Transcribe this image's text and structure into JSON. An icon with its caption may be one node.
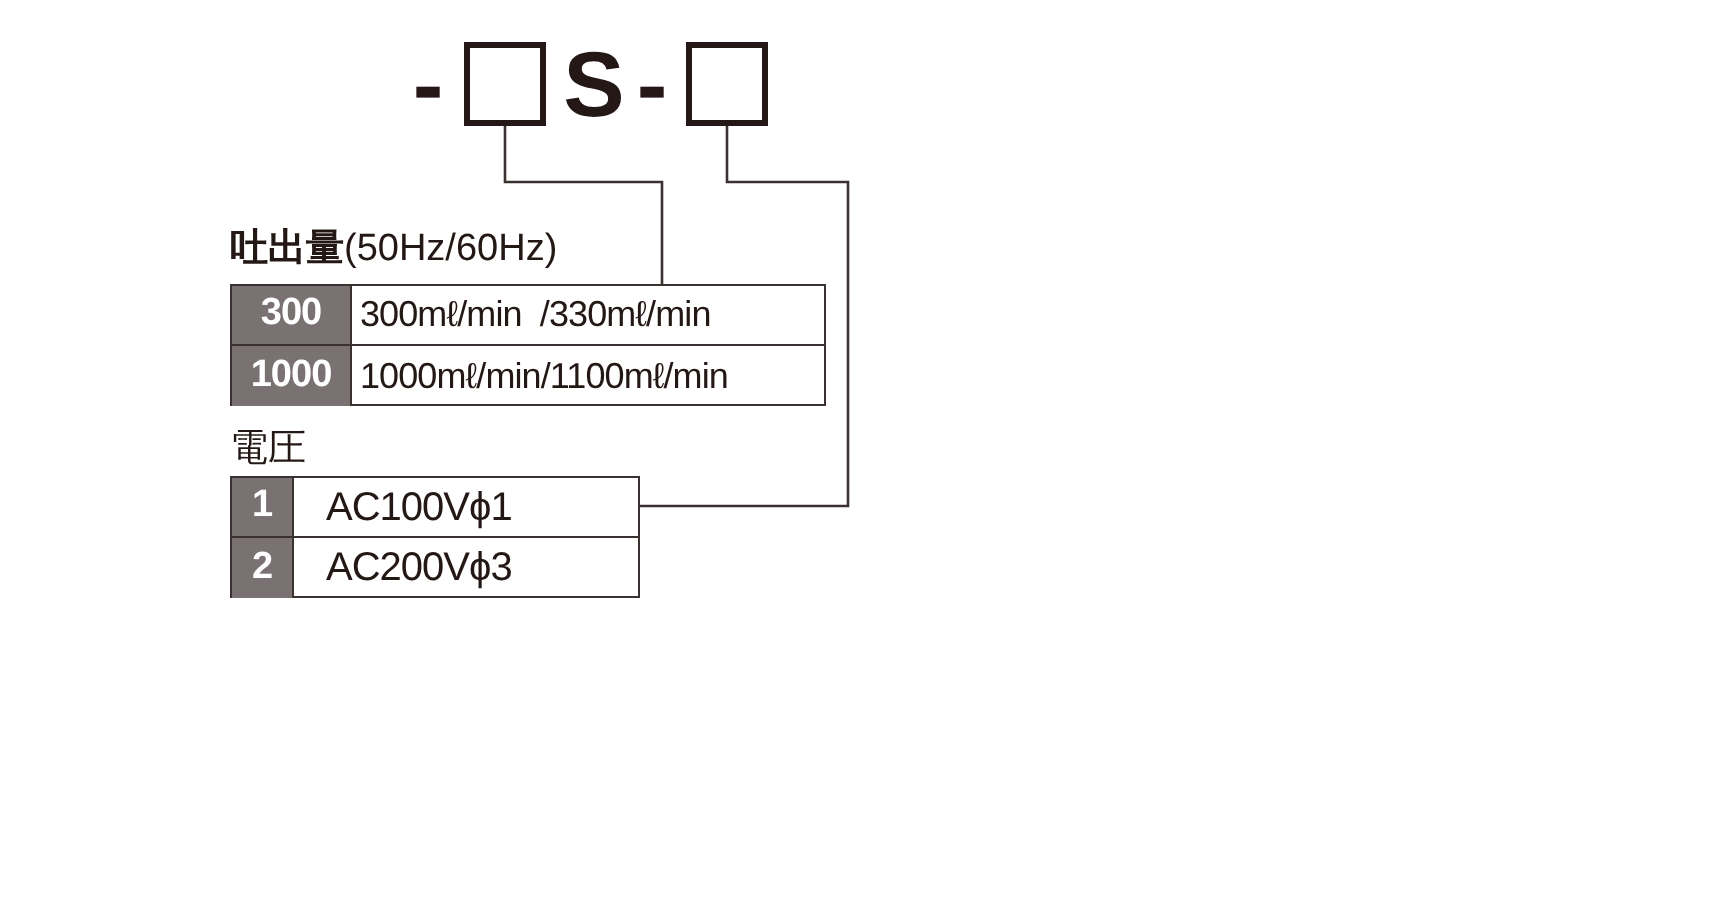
{
  "diagram": {
    "nodes": [
      {
        "text": [],
        "shape": "box"
      },
      {
        "text": [],
        "shape": "box"
      },
      {
        "text": [
          "**吐出量**(50Hz/60Hz)"
        ]
      },
      {
        "text": [],
        "shape": "box",
        "in": 2
      },
      {
        "text": [
          "電圧"
        ]
      },
      {
        "text": [],
        "shape": "box",
        "in": 4
      }
    ],
    "edges": [
      {
        "from": 0,
        "to": 3,
        "arrow": "none"
      },
      {
        "from": 1,
        "to": 5,
        "arrow": "none"
      }
    ],
    "labels": [
      "-",
      "S",
      "-",
      "300",
      "300mℓ/min  /330mℓ/min",
      "1000",
      "1000mℓ/min/1100mℓ/min",
      "1",
      "AC100Vϕ1",
      "2",
      "AC200Vϕ3"
    ]
  }
}
